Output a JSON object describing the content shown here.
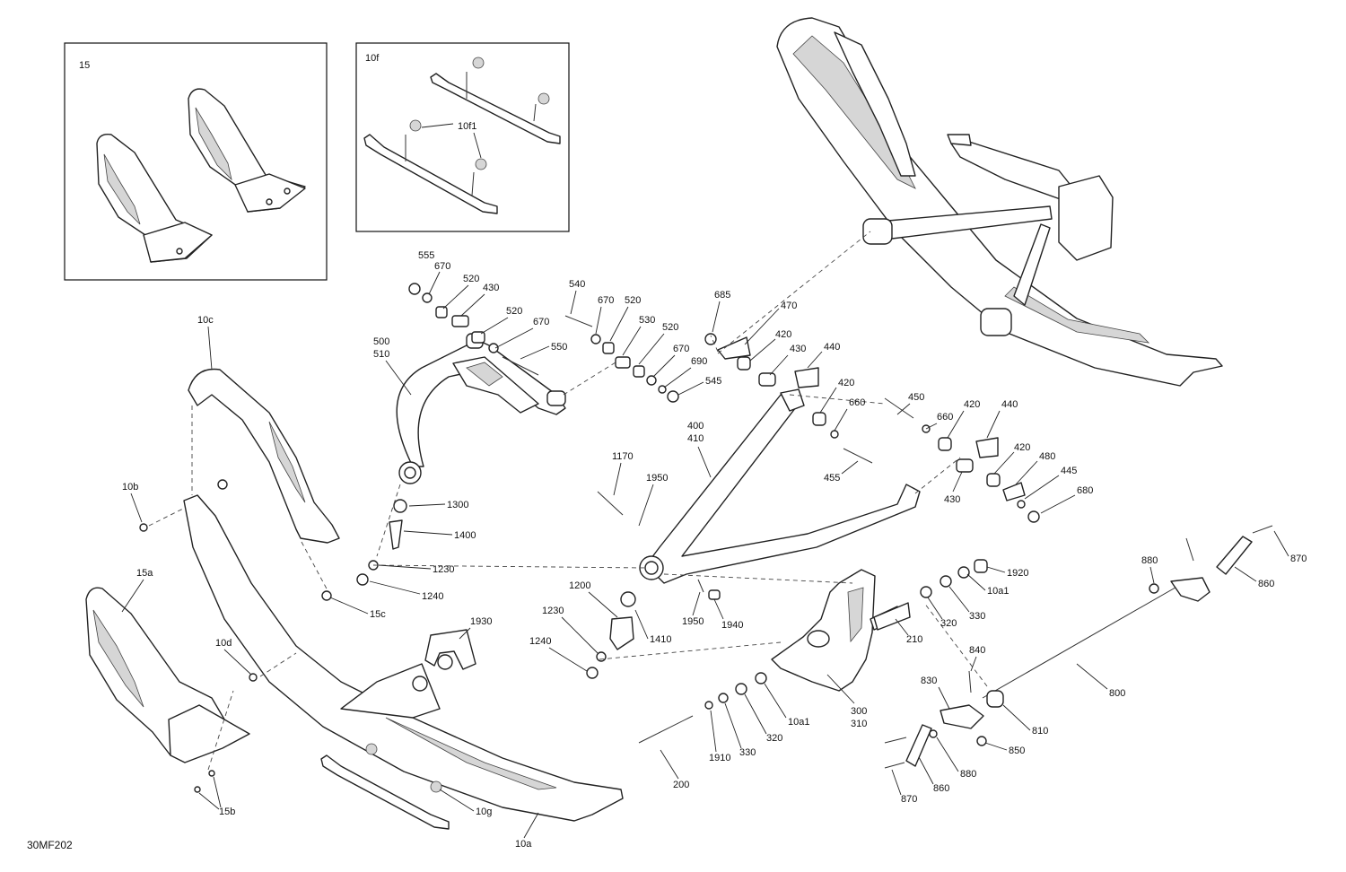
{
  "diagram": {
    "figure_id": "30MF202",
    "inset_labels": [
      "15",
      "10f"
    ],
    "callouts": {
      "c555": "555",
      "c670a": "670",
      "c520a": "520",
      "c430a": "430",
      "c520b": "520",
      "c670b": "670",
      "c550": "550",
      "c500": "500",
      "c510": "510",
      "c540": "540",
      "c670c": "670",
      "c520c": "520",
      "c530": "530",
      "c520d": "520",
      "c670d": "670",
      "c690": "690",
      "c545": "545",
      "c685": "685",
      "c470": "470",
      "c420a": "420",
      "c430b": "430",
      "c440a": "440",
      "c420b": "420",
      "c660a": "660",
      "c455": "455",
      "c450": "450",
      "c660b": "660",
      "c420c": "420",
      "c440b": "440",
      "c420d": "420",
      "c480": "480",
      "c445": "445",
      "c680": "680",
      "c430c": "430",
      "c400": "400",
      "c410": "410",
      "c1170": "1170",
      "c1950a": "1950",
      "c1300": "1300",
      "c1400": "1400",
      "c1230a": "1230",
      "c1240a": "1240",
      "c10c": "10c",
      "c10b": "10b",
      "c15a": "15a",
      "c15c": "15c",
      "c1930": "1930",
      "c10d": "10d",
      "c15b": "15b",
      "c10g": "10g",
      "c10a": "10a",
      "c1200": "1200",
      "c1230b": "1230",
      "c1240b": "1240",
      "c1410": "1410",
      "c1950b": "1950",
      "c1940": "1940",
      "c1920": "1920",
      "c10a1a": "10a1",
      "c320a": "320",
      "c330a": "330",
      "c210": "210",
      "c300": "300",
      "c310": "310",
      "c10a1b": "10a1",
      "c320b": "320",
      "c330b": "330",
      "c1910": "1910",
      "c200": "200",
      "c880a": "880",
      "c870a": "870",
      "c860a": "860",
      "c800": "800",
      "c840": "840",
      "c830": "830",
      "c810": "810",
      "c850": "850",
      "c880b": "880",
      "c860b": "860",
      "c870b": "870",
      "c10f1": "10f1"
    }
  }
}
